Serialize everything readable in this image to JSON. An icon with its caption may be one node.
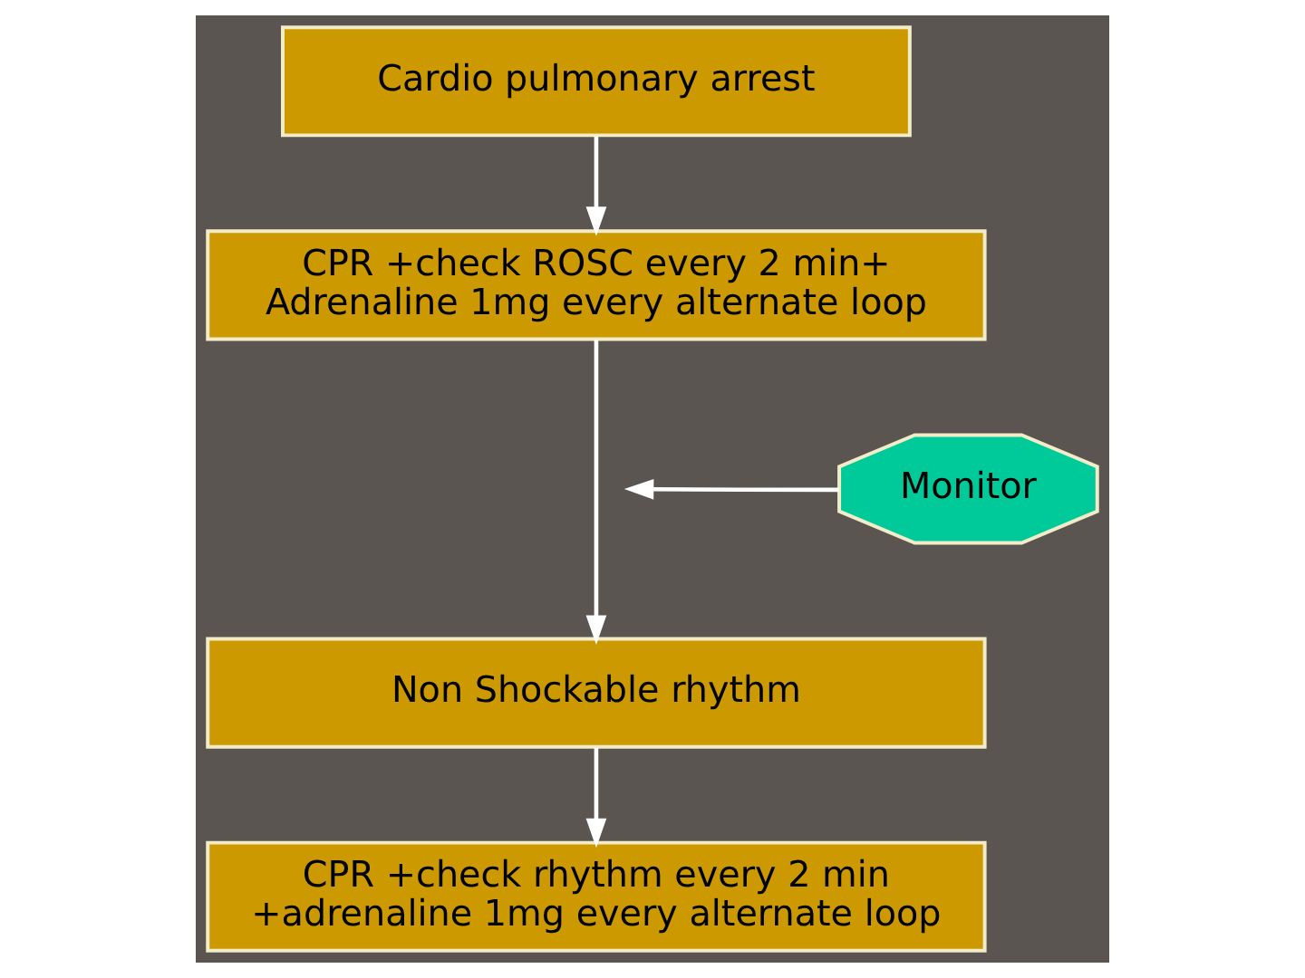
{
  "diagram": {
    "nodes": [
      {
        "text": [
          "Cardio pulmonary arrest"
        ]
      },
      {
        "text": [
          "CPR +check ROSC every 2 min+ Adrenaline 1mg every alternate loop"
        ]
      },
      {
        "text": [
          "Non Shockable rhythm"
        ]
      },
      {
        "text": [
          "CPR +check rhythm every 2 min +adrenaline 1mg every alternate loop"
        ]
      },
      {
        "text": [
          "Monitor"
        ]
      }
    ],
    "edges": [
      {
        "from": 0,
        "to": 1,
        "arrow": "to"
      },
      {
        "from": 1,
        "to": 2,
        "arrow": "to"
      },
      {
        "from": 4,
        "to": null,
        "arrow": "to"
      },
      {
        "from": 2,
        "to": 3,
        "arrow": "to"
      }
    ]
  }
}
